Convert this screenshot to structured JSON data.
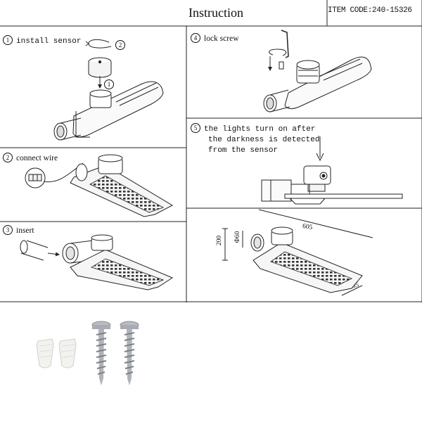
{
  "header": {
    "title": "Instruction",
    "item_code": "ITEM CODE:240-15326"
  },
  "steps": [
    {
      "num": "1",
      "label": "install sensor"
    },
    {
      "num": "2",
      "label": "connect wire"
    },
    {
      "num": "3",
      "label": "insert"
    },
    {
      "num": "4",
      "label": "lock screw"
    },
    {
      "num": "5",
      "lines": [
        "the lights turn on after",
        "the darkness is detected",
        "from the sensor"
      ]
    }
  ],
  "callouts": {
    "rotate_num": "2",
    "down_num": "1"
  },
  "dimensions": {
    "length": "605",
    "width": "135",
    "height": "200",
    "diameter": "Φ60"
  }
}
